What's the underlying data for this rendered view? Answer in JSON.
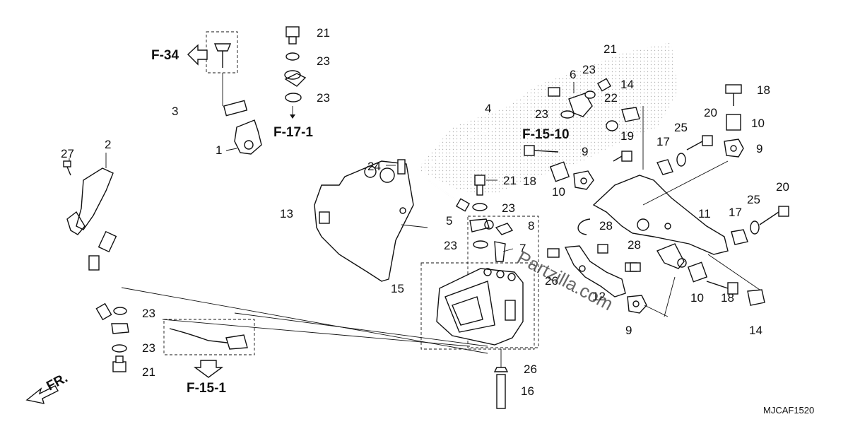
{
  "diagram": {
    "code": "MJCAF1520",
    "watermark": "Partzilla.com",
    "front_label": "FR.",
    "refs": {
      "f34": "F-34",
      "f171": "F-17-1",
      "f1510": "F-15-10",
      "f151": "F-15-1"
    },
    "callouts": {
      "n1": "1",
      "n2": "2",
      "n3": "3",
      "n4": "4",
      "n5": "5",
      "n6": "6",
      "n7": "7",
      "n8": "8",
      "n9a": "9",
      "n9b": "9",
      "n9c": "9",
      "n10a": "10",
      "n10b": "10",
      "n10c": "10",
      "n11": "11",
      "n12": "12",
      "n13": "13",
      "n14a": "14",
      "n14b": "14",
      "n15": "15",
      "n16": "16",
      "n17a": "17",
      "n17b": "17",
      "n18a": "18",
      "n18b": "18",
      "n18c": "18",
      "n19": "19",
      "n20a": "20",
      "n20b": "20",
      "n21a": "21",
      "n21b": "21",
      "n21c": "21",
      "n21d": "21",
      "n22": "22",
      "n23a": "23",
      "n23b": "23",
      "n23c": "23",
      "n23d": "23",
      "n23e": "23",
      "n23f": "23",
      "n23g": "23",
      "n23h": "23",
      "n24": "24",
      "n25a": "25",
      "n25b": "25",
      "n26a": "26",
      "n26b": "26",
      "n27": "27",
      "n28a": "28",
      "n28b": "28"
    }
  }
}
